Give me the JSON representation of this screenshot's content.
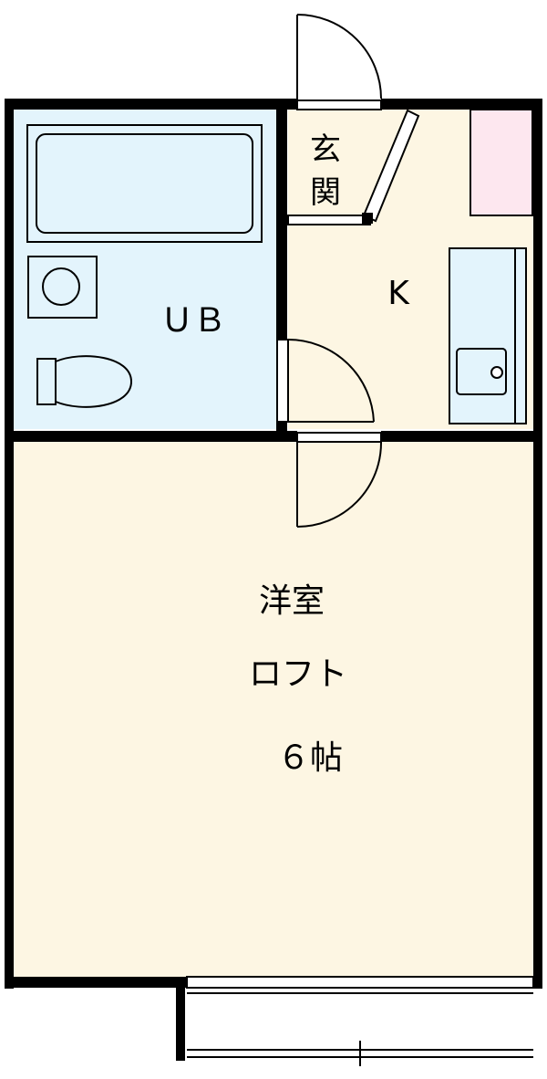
{
  "floorplan": {
    "rooms": {
      "genkan": {
        "label_line1": "玄",
        "label_line2": "関"
      },
      "unit_bath": {
        "label": "ＵＢ"
      },
      "kitchen": {
        "label": "K"
      },
      "western_room": {
        "label": "洋室",
        "loft_label": "ロフト",
        "size_label": "６帖"
      }
    },
    "colors": {
      "wall": "#000000",
      "bath_fill": "#e3f4fc",
      "floor_fill": "#fdf6e3",
      "fridge_fill": "#fde7ef",
      "sink_fill": "#e3f4fc"
    }
  }
}
